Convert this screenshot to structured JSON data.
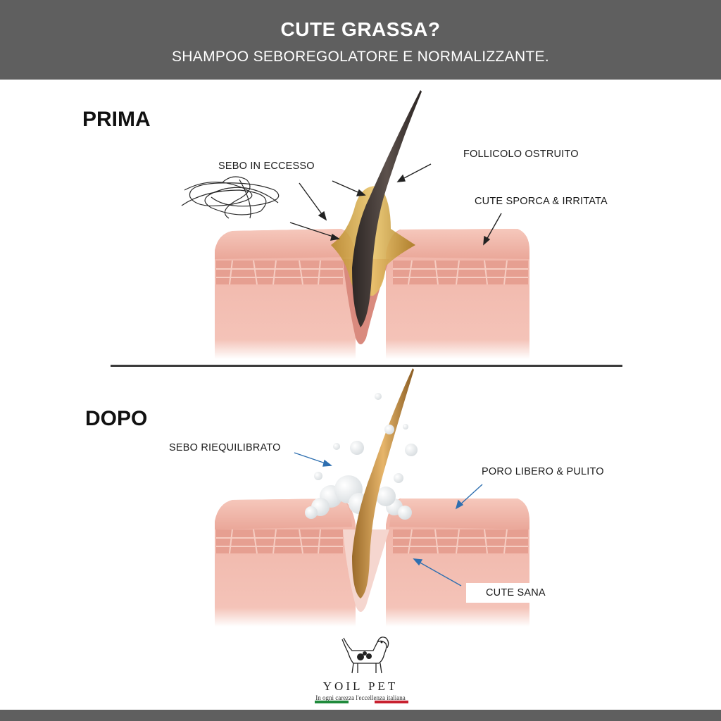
{
  "header": {
    "title": "CUTE GRASSA?",
    "subtitle": "SHAMPOO SEBOREGOLATORE E NORMALIZZANTE."
  },
  "before": {
    "label": "PRIMA",
    "callouts": {
      "sebum": "SEBO IN ECCESSO",
      "follicle": "FOLLICOLO OSTRUITO",
      "skin": "CUTE SPORCA & IRRITATA"
    }
  },
  "after": {
    "label": "DOPO",
    "callouts": {
      "sebum": "SEBO RIEQUILIBRATO",
      "pore": "PORO LIBERO & PULITO",
      "skin": "CUTE SANA"
    }
  },
  "brand": {
    "name": "YOIL PET",
    "tagline": "In ogni carezza l'eccellenza italiana",
    "flag_colors": [
      "#1f8a3b",
      "#ffffff",
      "#c8202f"
    ]
  },
  "colors": {
    "header_bg": "#5f5f5f",
    "skin": "#efb5a8",
    "arrow_before": "#222222",
    "arrow_after": "#2e6fb0"
  }
}
